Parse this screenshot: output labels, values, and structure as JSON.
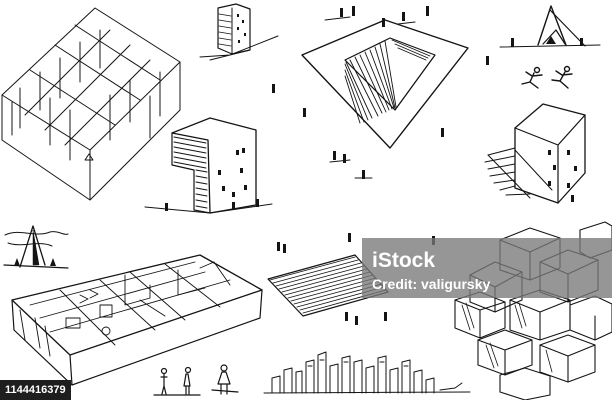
{
  "watermark": {
    "brand": "iStock",
    "credit": "Credit: valigursky"
  },
  "stock_id": "1144416379",
  "sketches": [
    "maze-floor-plan",
    "narrow-tower",
    "square-pit",
    "tent-with-figures",
    "running-figures",
    "building-with-cantilever",
    "tilted-cube-building",
    "landscape-with-triangle",
    "apartment-floor-plan",
    "striped-plane",
    "cube-cluster",
    "city-skyline",
    "standing-figures"
  ],
  "colors": {
    "ink": "#141414",
    "watermark_panel": "#787878",
    "watermark_text": "#ffffff",
    "background": "#ffffff"
  }
}
